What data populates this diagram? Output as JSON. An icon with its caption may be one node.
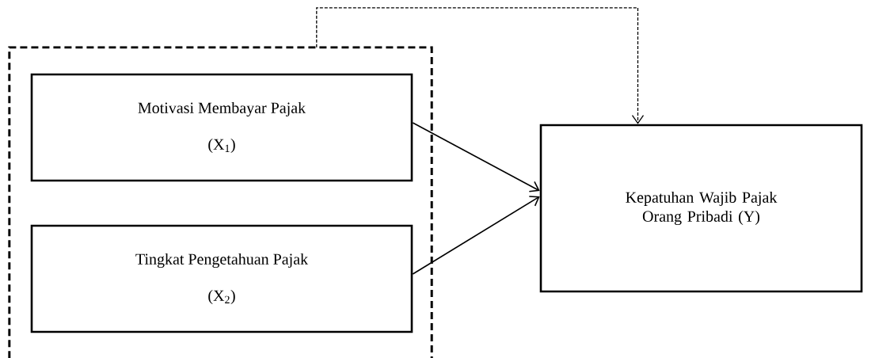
{
  "diagram": {
    "nodes": [
      {
        "text": [],
        "shape": "box"
      },
      {
        "text": [
          "Motivasi Membayar Pajak",
          "(X$_{1}$)"
        ],
        "in": 0
      },
      {
        "text": [
          "Tingkat Pengetahuan Pajak",
          "(X$_{2}$)"
        ],
        "in": 0
      },
      {
        "text": [
          "Kepatuhan Wajib Pajak Orang Pribadi (Y)"
        ]
      }
    ],
    "edges": [
      {
        "from": 1,
        "to": 3,
        "arrow": "to"
      },
      {
        "from": 2,
        "to": 3,
        "arrow": "to"
      },
      {
        "from": 0,
        "to": 3,
        "arrow": "to",
        "style": "dashed"
      }
    ]
  }
}
